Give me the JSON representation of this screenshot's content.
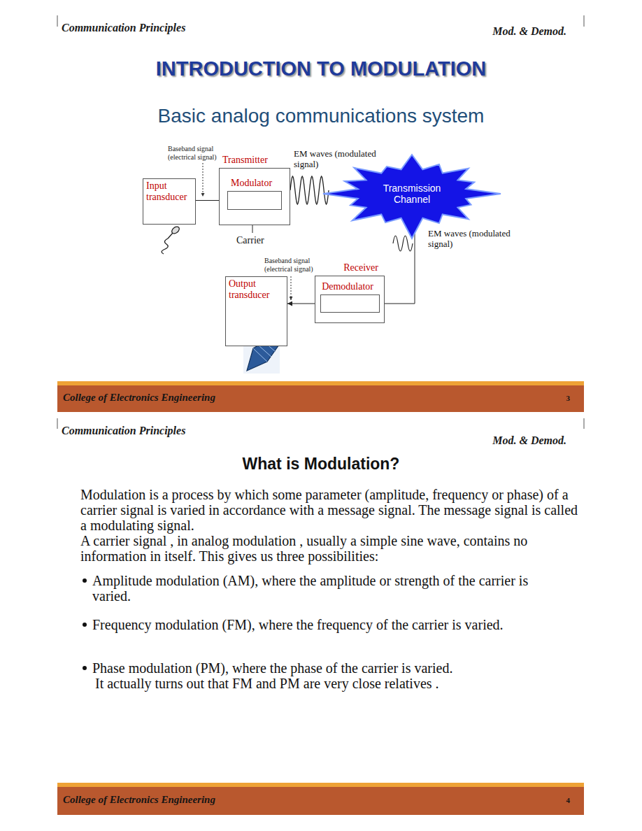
{
  "diagram": {
    "title": "INTRODUCTION TO MODULATION",
    "nodes": [
      {
        "text": [
          "Input transducer"
        ]
      },
      {
        "text": [
          "Transmitter"
        ]
      },
      {
        "text": [
          "Modulator"
        ],
        "in": 1
      },
      {
        "text": [
          "Transmission Channel"
        ]
      },
      {
        "text": [
          "Receiver"
        ]
      },
      {
        "text": [
          "Demodulator"
        ],
        "in": 4
      },
      {
        "text": [
          "Output transducer"
        ]
      }
    ],
    "edges": [
      {
        "from": 0,
        "to": 2,
        "arrow": "to"
      },
      {
        "from": 1,
        "to": 3,
        "arrow": "none"
      },
      {
        "from": 3,
        "to": 5,
        "arrow": "to"
      },
      {
        "from": 5,
        "to": 6,
        "arrow": "to"
      }
    ],
    "labels": [
      "Communication Principles",
      "Mod. & Demod.",
      "Basic analog communications system",
      "Baseband signal (electrical signal)",
      "EM waves (modulated signal)",
      "Carrier",
      "EM waves (modulated signal)",
      "Baseband signal (electrical signal)",
      "College of Electronics Engineering",
      "3",
      "Communication Principles",
      "Mod. & Demod.",
      "What is Modulation?",
      "Modulation is a process by which some parameter (amplitude, frequency or phase) of a carrier signal is varied in accordance with a message signal. The message signal is called a modulating signal.",
      "A carrier signal , in analog modulation , usually a simple sine wave, contains no information in itself. This gives us three possibilities:",
      "Amplitude modulation (AM), where the amplitude or strength of the carrier is varied.",
      "Frequency modulation (FM), where the frequency of the carrier is varied.",
      "Phase modulation (PM), where the phase of the carrier is varied.",
      "It actually turns out that FM and PM are very close relatives .",
      "College of Electronics Engineering",
      "4"
    ]
  }
}
